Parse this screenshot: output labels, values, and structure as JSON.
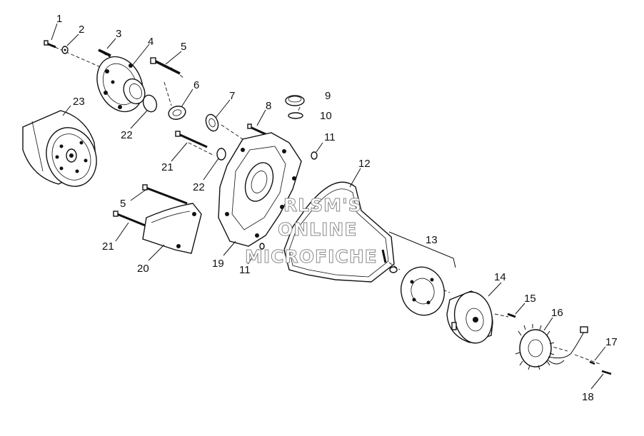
{
  "callouts": {
    "c1": "1",
    "c2": "2",
    "c3": "3",
    "c4": "4",
    "c5a": "5",
    "c5b": "5",
    "c6": "6",
    "c7": "7",
    "c8": "8",
    "c9": "9",
    "c10": "10",
    "c11a": "11",
    "c11b": "11",
    "c12": "12",
    "c13": "13",
    "c14": "14",
    "c15": "15",
    "c16": "16",
    "c17": "17",
    "c18": "18",
    "c19": "19",
    "c20": "20",
    "c21a": "21",
    "c21b": "21",
    "c22a": "22",
    "c22b": "22",
    "c23": "23"
  },
  "watermark": {
    "line1": "RLSM'S",
    "line2": "ONLINE",
    "line3": "MICROFICHE"
  }
}
